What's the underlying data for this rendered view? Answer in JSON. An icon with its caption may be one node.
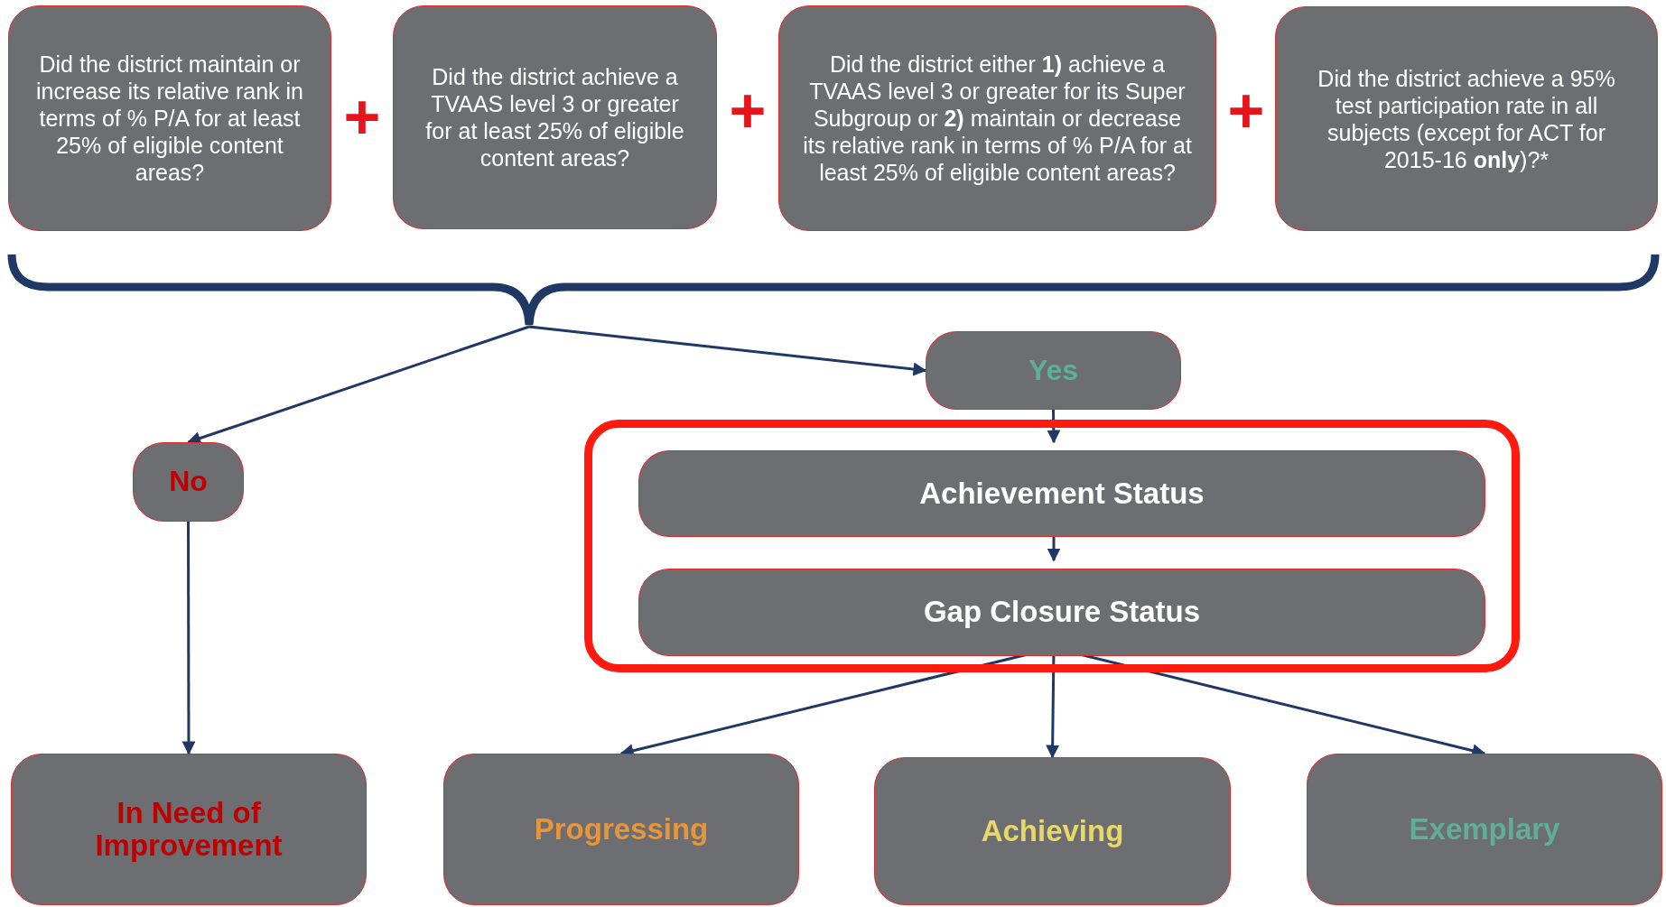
{
  "diagram": {
    "nodes": [
      {
        "text": [
          "Did the district maintain or increase its relative rank in terms of % P/A for  at least 25% of eligible content areas?"
        ]
      },
      {
        "text": [
          "Did the district achieve a TVAAS level 3 or greater for at least 25% of eligible content areas?"
        ]
      },
      {
        "text": [
          "Did the district either **1)** achieve a TVAAS level 3 or greater for its Super Subgroup or **2)** maintain or decrease its relative rank in terms of % P/A for at least 25% of eligible content areas?"
        ]
      },
      {
        "text": [
          "Did the district achieve a 95% test participation rate in all subjects (except for ACT for 2015-16 **only**)?*"
        ]
      },
      {
        "text": [],
        "shape": "brace"
      },
      {
        "text": [
          "Yes"
        ]
      },
      {
        "text": [
          "No"
        ]
      },
      {
        "text": [],
        "shape": "box"
      },
      {
        "text": [
          "Achievement Status"
        ],
        "in": 7
      },
      {
        "text": [
          "Gap Closure Status"
        ],
        "in": 7
      },
      {
        "text": [
          "In Need of Improvement"
        ]
      },
      {
        "text": [
          "Progressing"
        ]
      },
      {
        "text": [
          "Achieving"
        ]
      },
      {
        "text": [
          "Exemplary"
        ]
      }
    ],
    "edges": [
      {
        "from": 4,
        "to": 6,
        "arrow": "to"
      },
      {
        "from": 4,
        "to": 5,
        "arrow": "to"
      },
      {
        "from": 5,
        "to": 8,
        "arrow": "to"
      },
      {
        "from": 8,
        "to": 9,
        "arrow": "to"
      },
      {
        "from": 6,
        "to": 10,
        "arrow": "to"
      },
      {
        "from": 9,
        "to": 11,
        "arrow": "to"
      },
      {
        "from": 9,
        "to": 12,
        "arrow": "to"
      },
      {
        "from": 9,
        "to": 13,
        "arrow": "to"
      }
    ],
    "labels": [
      "+",
      "+",
      "+"
    ]
  }
}
